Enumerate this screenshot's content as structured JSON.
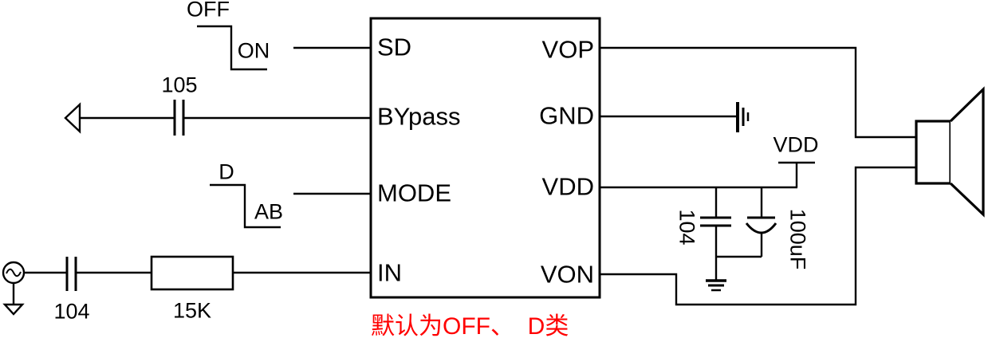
{
  "circuit": {
    "ic": {
      "left_pins": [
        "SD",
        "BYpass",
        "MODE",
        "IN"
      ],
      "right_pins": [
        "VOP",
        "GND",
        "VDD",
        "VON"
      ]
    },
    "shutdown_switch": {
      "high": "OFF",
      "low": "ON"
    },
    "mode_switch": {
      "high": "D",
      "low": "AB"
    },
    "bypass_capacitor": "105",
    "input_capacitor": "104",
    "input_resistor": "15K",
    "supply_net": "VDD",
    "decoupling_capacitor": "104",
    "bulk_capacitor": "100uF",
    "note": "默认为OFF、  D类"
  },
  "colors": {
    "line": "#000000",
    "background": "#FFFFFF",
    "note_text": "#FF0000"
  }
}
